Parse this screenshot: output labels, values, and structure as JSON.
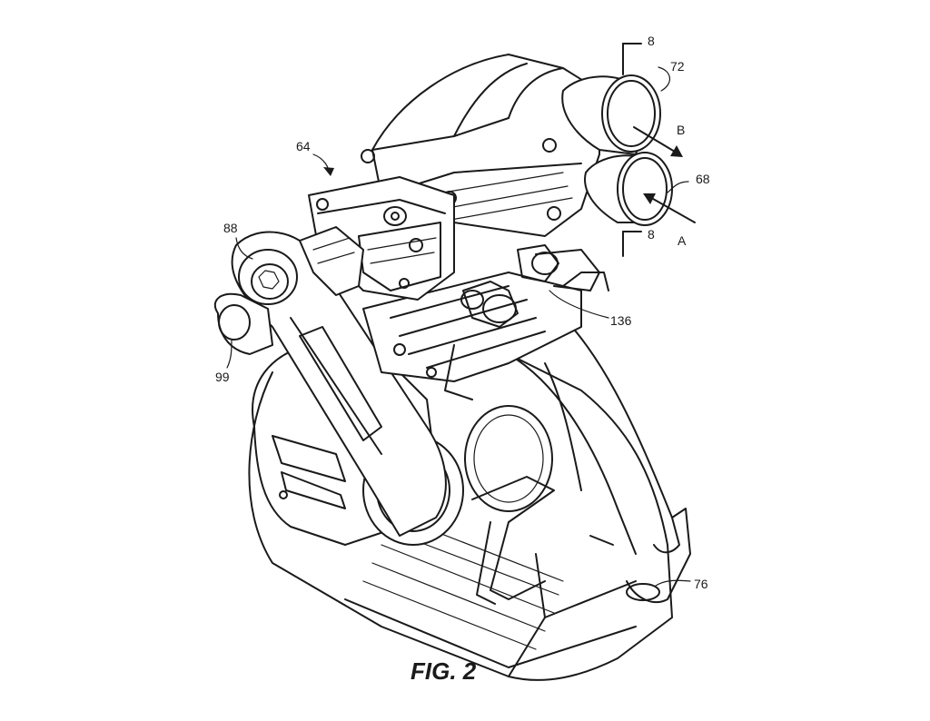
{
  "figure": {
    "caption": "FIG. 2"
  },
  "reference_numerals": {
    "section_top": "8",
    "section_bottom": "8",
    "part_72": "72",
    "arrow_b": "B",
    "part_68": "68",
    "arrow_a": "A",
    "part_64": "64",
    "part_88": "88",
    "part_136": "136",
    "part_99": "99",
    "part_76": "76"
  },
  "colors": {
    "line": "#1a1a1a",
    "background": "#ffffff"
  }
}
